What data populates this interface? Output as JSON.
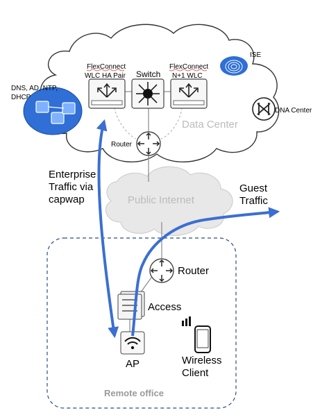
{
  "diagram": {
    "dns_label_1": "DNS, AD, NTP,",
    "dns_label_2": "DHCP",
    "flex_left_1": "FlexConnect",
    "flex_left_2": "WLC HA Pair",
    "switch_label": "Switch",
    "flex_right_1": "FlexConnect",
    "flex_right_2": "N+1 WLC",
    "ise_label": "ISE",
    "dna_label": "DNA Center",
    "data_center_label": "Data Center",
    "router_dc_label": "Router",
    "enterprise_1": "Enterprise",
    "enterprise_2": "Traffic via",
    "enterprise_3": "capwap",
    "public_internet_label": "Public Internet",
    "guest_1": "Guest",
    "guest_2": "Traffic",
    "router_remote_label": "Router",
    "access_label": "Access",
    "ap_label": "AP",
    "wireless_1": "Wireless",
    "wireless_2": "Client",
    "remote_office_label": "Remote office",
    "colors": {
      "flow_blue": "#3b6fd1",
      "dns_blue": "#2f6fd6",
      "ise_blue": "#2f6fd6",
      "cloud_stroke": "#333333",
      "internet_fill": "#e8e8e8",
      "remote_border": "#2b4d7e",
      "spellcheck_red": "#e03c3c"
    },
    "icons": [
      "dns-server-icon",
      "controller-icon",
      "switch-icon",
      "ise-fingerprint-icon",
      "dna-center-icon",
      "router-icon",
      "access-switch-icon",
      "wifi-icon",
      "mobile-phone-icon",
      "signal-icon"
    ]
  }
}
